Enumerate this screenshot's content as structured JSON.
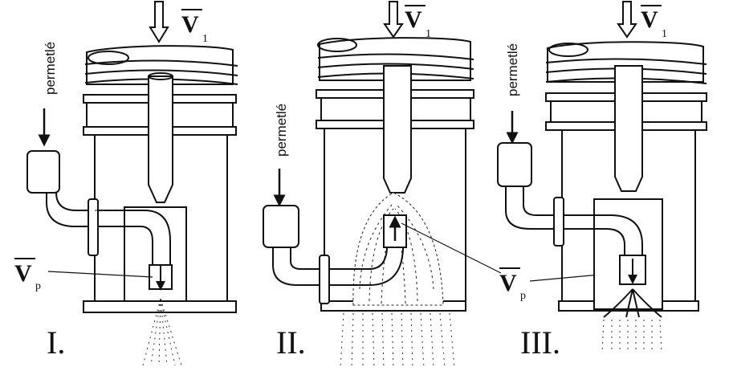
{
  "panels": [
    {
      "id": "I",
      "numeral": "I.",
      "inlet_label": "permetlé",
      "top_flow": "V",
      "top_flow_sub": "1",
      "nozzle_flow": "V",
      "nozzle_flow_sub": "p"
    },
    {
      "id": "II",
      "numeral": "II.",
      "inlet_label": "permetlé",
      "top_flow": "V",
      "top_flow_sub": "1",
      "nozzle_flow": "V",
      "nozzle_flow_sub": "p"
    },
    {
      "id": "III",
      "numeral": "III.",
      "inlet_label": "permetlé",
      "top_flow": "V",
      "top_flow_sub": "1"
    }
  ]
}
